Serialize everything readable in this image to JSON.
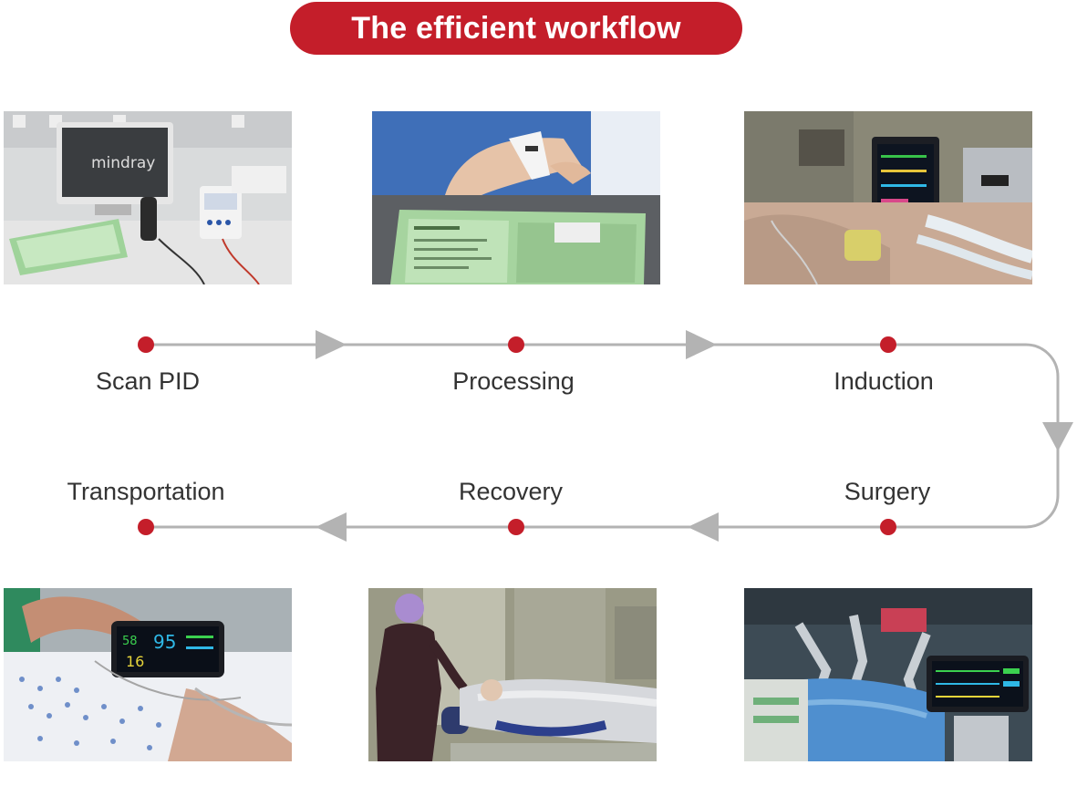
{
  "title": "The efficient workflow",
  "colors": {
    "accent": "#c41e2a",
    "connector": "#b3b3b3",
    "dot": "#c41e2a",
    "label": "#333333"
  },
  "steps": [
    {
      "label": "Scan PID",
      "photo": "mindray monitor and patient clipboard at scanning station",
      "monitor_brand": "mindray"
    },
    {
      "label": "Processing",
      "photo": "nurse fastening patient wristband above paper form"
    },
    {
      "label": "Induction",
      "photo": "anesthesia induction with patient monitor and breathing circuit"
    },
    {
      "label": "Surgery",
      "photo": "operating room with robotic surgical arms and patient monitor"
    },
    {
      "label": "Recovery",
      "photo": "clinician attending patient on bed in recovery room"
    },
    {
      "label": "Transportation",
      "photo": "handheld transport monitor held over patient",
      "monitor_readings": [
        "58",
        "95",
        "16"
      ]
    }
  ]
}
